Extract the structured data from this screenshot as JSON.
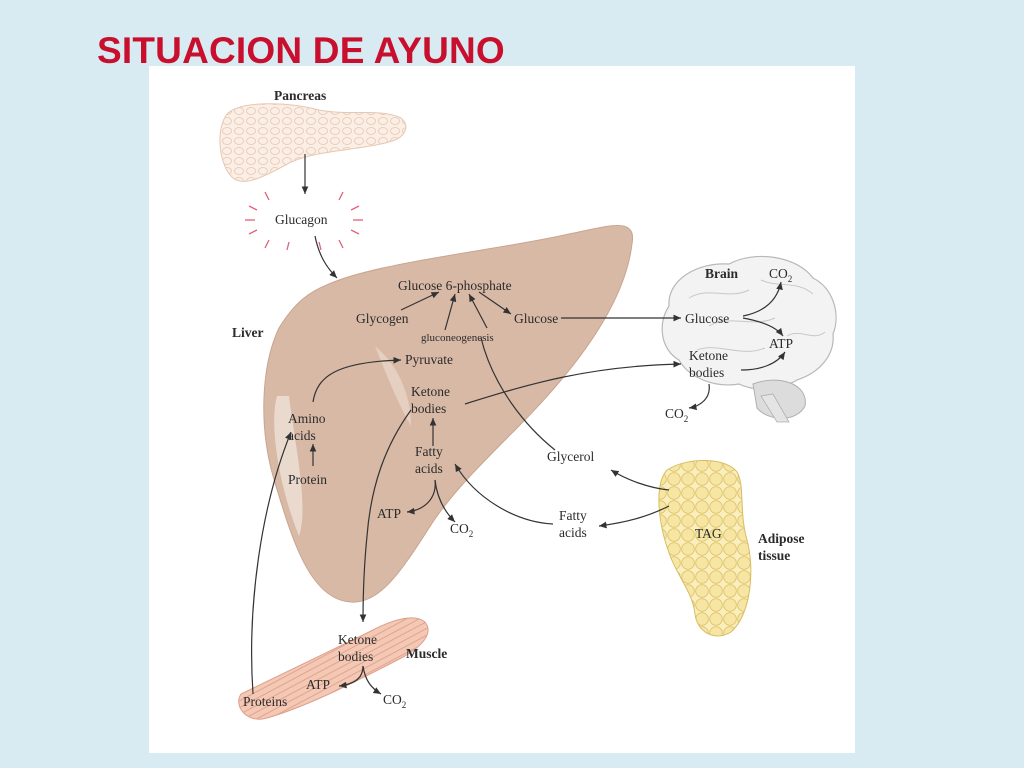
{
  "slide_title": "SITUACION DE AYUNO",
  "diagram": {
    "organs": {
      "pancreas": "Pancreas",
      "liver": "Liver",
      "brain": "Brain",
      "adipose_line1": "Adipose",
      "adipose_line2": "tissue",
      "muscle": "Muscle"
    },
    "hormone": "Glucagon",
    "liver_labels": {
      "glucose_6_phosphate": "Glucose 6-phosphate",
      "glycogen": "Glycogen",
      "glucose": "Glucose",
      "gluconeogenesis": "gluconeogenesis",
      "pyruvate": "Pyruvate",
      "ketone_line1": "Ketone",
      "ketone_line2": "bodies",
      "amino_line1": "Amino",
      "amino_line2": "acids",
      "protein": "Protein",
      "fatty_line1": "Fatty",
      "fatty_line2": "acids",
      "atp": "ATP",
      "co2": "CO",
      "co2_sub": "2"
    },
    "brain_labels": {
      "co2_top": "CO",
      "co2_top_sub": "2",
      "glucose": "Glucose",
      "atp": "ATP",
      "ketone_line1": "Ketone",
      "ketone_line2": "bodies",
      "co2_bottom": "CO",
      "co2_bottom_sub": "2"
    },
    "adipose_labels": {
      "glycerol": "Glycerol",
      "fatty_line1": "Fatty",
      "fatty_line2": "acids",
      "tag": "TAG"
    },
    "muscle_labels": {
      "ketone_line1": "Ketone",
      "ketone_line2": "bodies",
      "atp": "ATP",
      "co2": "CO",
      "co2_sub": "2",
      "proteins": "Proteins"
    }
  }
}
